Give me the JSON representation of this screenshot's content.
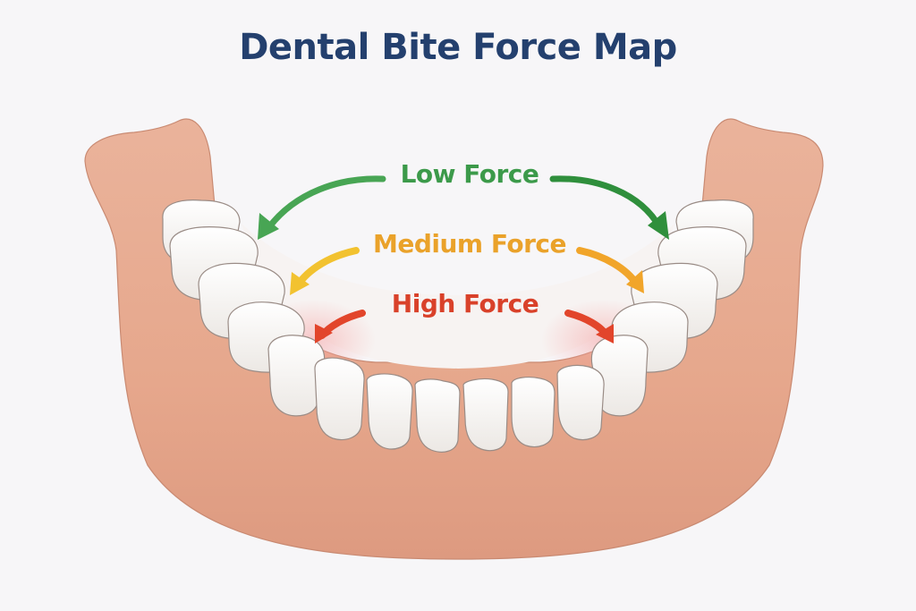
{
  "title": "Dental Bite Force Map",
  "labels": {
    "low": "Low Force",
    "medium": "Medium Force",
    "high": "High Force"
  },
  "colors": {
    "title": "#24406e",
    "low": "#3c9a4a",
    "medium": "#eaa22a",
    "high": "#d9412a",
    "gum": "#e8a98e",
    "tooth": "#f8f6f3"
  },
  "icons": [
    "arrow-low-left-icon",
    "arrow-low-right-icon",
    "arrow-medium-left-icon",
    "arrow-medium-right-icon",
    "arrow-high-left-icon",
    "arrow-high-right-icon"
  ]
}
